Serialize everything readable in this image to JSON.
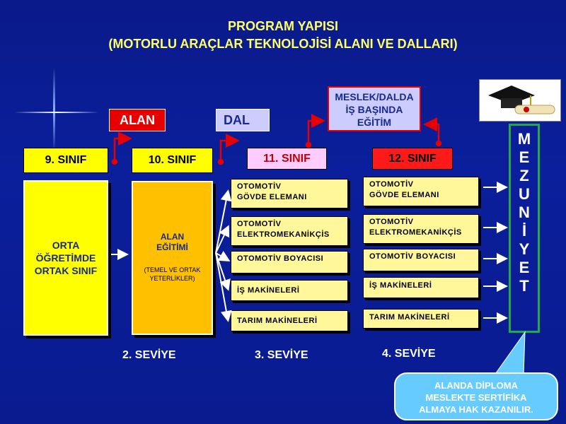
{
  "title": {
    "line1": "PROGRAM YAPISI",
    "line2": "(MOTORLU ARAÇLAR TEKNOLOJİSİ ALANI VE DALLARI)"
  },
  "labels": {
    "alan": "ALAN",
    "dal": "DAL",
    "meslek_line1": "MESLEK/DALDA",
    "meslek_line2": "İŞ BAŞINDA",
    "meslek_line3": "EĞİTİM"
  },
  "grades": {
    "g9": "9. SINIF",
    "g10": "10. SINIF",
    "g11": "11. SINIF",
    "g12": "12. SINIF"
  },
  "boxes": {
    "orta_line1": "ORTA",
    "orta_line2": "ÖĞRETİMDE",
    "orta_line3": "ORTAK SINIF",
    "alan_line1": "ALAN",
    "alan_line2": "EĞİTİMİ",
    "alan_sub1": "(TEMEL VE ORTAK",
    "alan_sub2": "YETERLİKLER)"
  },
  "branches11": [
    {
      "line1": "OTOMOTİV",
      "line2": "GÖVDE ELEMANI"
    },
    {
      "line1": "OTOMOTİV",
      "line2": "ELEKTROMEKANİKÇİS"
    },
    {
      "line1": "OTOMOTİV BOYACISI",
      "line2": ""
    },
    {
      "line1": "İŞ MAKİNELERİ",
      "line2": ""
    },
    {
      "line1": "TARIM MAKİNELERİ",
      "line2": ""
    }
  ],
  "branches12": [
    {
      "line1": "OTOMOTİV",
      "line2": "GÖVDE ELEMANI"
    },
    {
      "line1": "OTOMOTİV",
      "line2": "ELEKTROMEKANİKÇİS"
    },
    {
      "line1": "OTOMOTİV BOYACISI",
      "line2": ""
    },
    {
      "line1": "İŞ MAKİNELERİ",
      "line2": ""
    },
    {
      "line1": "TARIM MAKİNELERİ",
      "line2": ""
    }
  ],
  "mezuniyet": [
    "M",
    "E",
    "Z",
    "U",
    "N",
    "İ",
    "Y",
    "E",
    "T"
  ],
  "levels": {
    "l2": "2. SEVİYE",
    "l3": "3. SEVİYE",
    "l4": "4. SEVİYE"
  },
  "callout": {
    "line1": "ALANDA DİPLOMA",
    "line2": "MESLEKTE SERTİFİKA",
    "line3": "ALMAYA HAK KAZANILIR."
  },
  "colors": {
    "background": "#0b1f9c",
    "title": "#ffff66",
    "yellow": "#ffff00",
    "orange": "#ffc000",
    "red": "#ff0000",
    "pink": "#ffccff",
    "green_border": "#22aa44",
    "callout": "#66ccff"
  }
}
